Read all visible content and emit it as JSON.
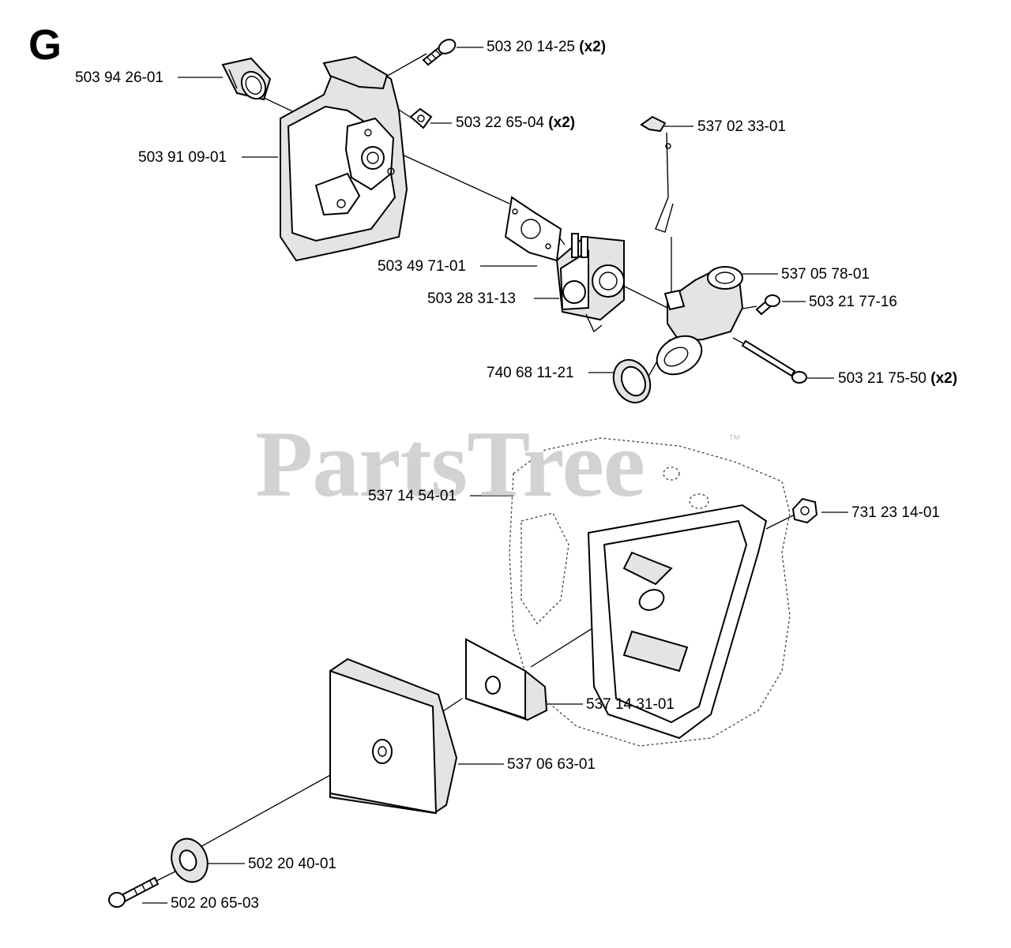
{
  "section": "G",
  "watermark": "PartsTree",
  "trademark": "™",
  "labels": [
    {
      "id": "p1",
      "part": "503 20 14-25",
      "qty": "(x2)"
    },
    {
      "id": "p2",
      "part": "503 94 26-01",
      "qty": ""
    },
    {
      "id": "p3",
      "part": "503 22 65-04",
      "qty": "(x2)"
    },
    {
      "id": "p4",
      "part": "537 02 33-01",
      "qty": ""
    },
    {
      "id": "p5",
      "part": "503 91 09-01",
      "qty": ""
    },
    {
      "id": "p6",
      "part": "503 49 71-01",
      "qty": ""
    },
    {
      "id": "p7",
      "part": "537 05 78-01",
      "qty": ""
    },
    {
      "id": "p8",
      "part": "503 28 31-13",
      "qty": ""
    },
    {
      "id": "p9",
      "part": "503 21 77-16",
      "qty": ""
    },
    {
      "id": "p10",
      "part": "740 68 11-21",
      "qty": ""
    },
    {
      "id": "p11",
      "part": "503 21 75-50",
      "qty": "(x2)"
    },
    {
      "id": "p12",
      "part": "537 14 54-01",
      "qty": ""
    },
    {
      "id": "p13",
      "part": "731 23 14-01",
      "qty": ""
    },
    {
      "id": "p14",
      "part": "537 14 31-01",
      "qty": ""
    },
    {
      "id": "p15",
      "part": "537 06 63-01",
      "qty": ""
    },
    {
      "id": "p16",
      "part": "502 20 40-01",
      "qty": ""
    },
    {
      "id": "p17",
      "part": "502 20 65-03",
      "qty": ""
    }
  ]
}
